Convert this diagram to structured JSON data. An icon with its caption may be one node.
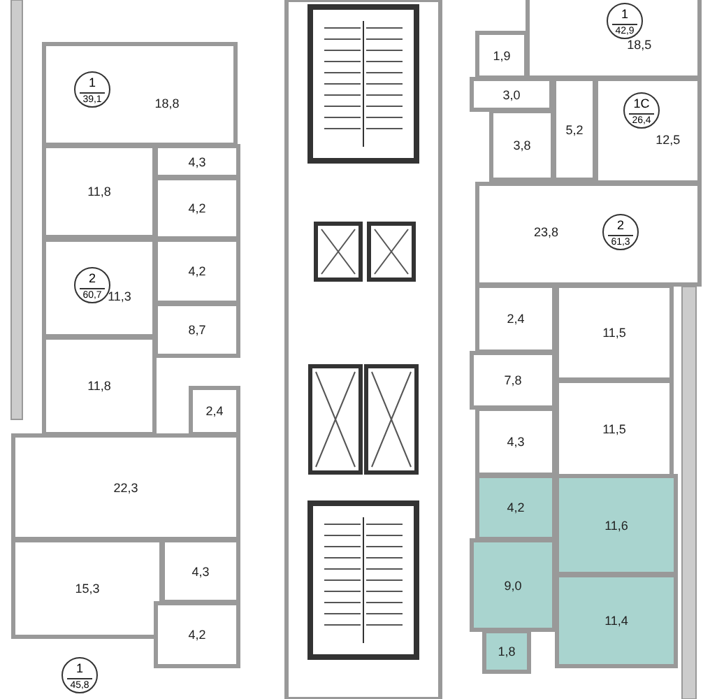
{
  "diagram": {
    "nodes": [
      {
        "text": [
          "18,8"
        ]
      },
      {
        "text": [
          "1",
          "39,1"
        ],
        "in": 0
      },
      {
        "text": [
          "4,3"
        ]
      },
      {
        "text": [
          "11,8"
        ]
      },
      {
        "text": [
          "4,2"
        ]
      },
      {
        "text": [
          "4,2"
        ]
      },
      {
        "text": [
          "11,3"
        ]
      },
      {
        "text": [
          "2",
          "60,7"
        ],
        "in": 6
      },
      {
        "text": [
          "8,7"
        ]
      },
      {
        "text": [
          "11,8"
        ]
      },
      {
        "text": [
          "2,4"
        ]
      },
      {
        "text": [
          "22,3"
        ]
      },
      {
        "text": [
          "15,3"
        ]
      },
      {
        "text": [
          "4,3"
        ]
      },
      {
        "text": [
          "4,2"
        ]
      },
      {
        "text": [
          "1",
          "45,8"
        ]
      },
      {
        "text": [
          "18,5"
        ]
      },
      {
        "text": [
          "1",
          "42,9"
        ],
        "in": 16
      },
      {
        "text": [
          "1,9"
        ]
      },
      {
        "text": [
          "3,0"
        ]
      },
      {
        "text": [
          "3,8"
        ]
      },
      {
        "text": [
          "5,2"
        ]
      },
      {
        "text": [
          "12,5"
        ]
      },
      {
        "text": [
          "1С",
          "26,4"
        ],
        "in": 22
      },
      {
        "text": [
          "23,8"
        ]
      },
      {
        "text": [
          "2",
          "61,3"
        ],
        "in": 24
      },
      {
        "text": [
          "2,4"
        ]
      },
      {
        "text": [
          "11,5"
        ]
      },
      {
        "text": [
          "7,8"
        ]
      },
      {
        "text": [
          "11,5"
        ]
      },
      {
        "text": [
          "4,3"
        ]
      },
      {
        "text": [
          "4,2"
        ]
      },
      {
        "text": [
          "11,6"
        ]
      },
      {
        "text": [
          "9,0"
        ]
      },
      {
        "text": [
          "11,4"
        ]
      },
      {
        "text": [
          "1,8"
        ]
      }
    ]
  }
}
